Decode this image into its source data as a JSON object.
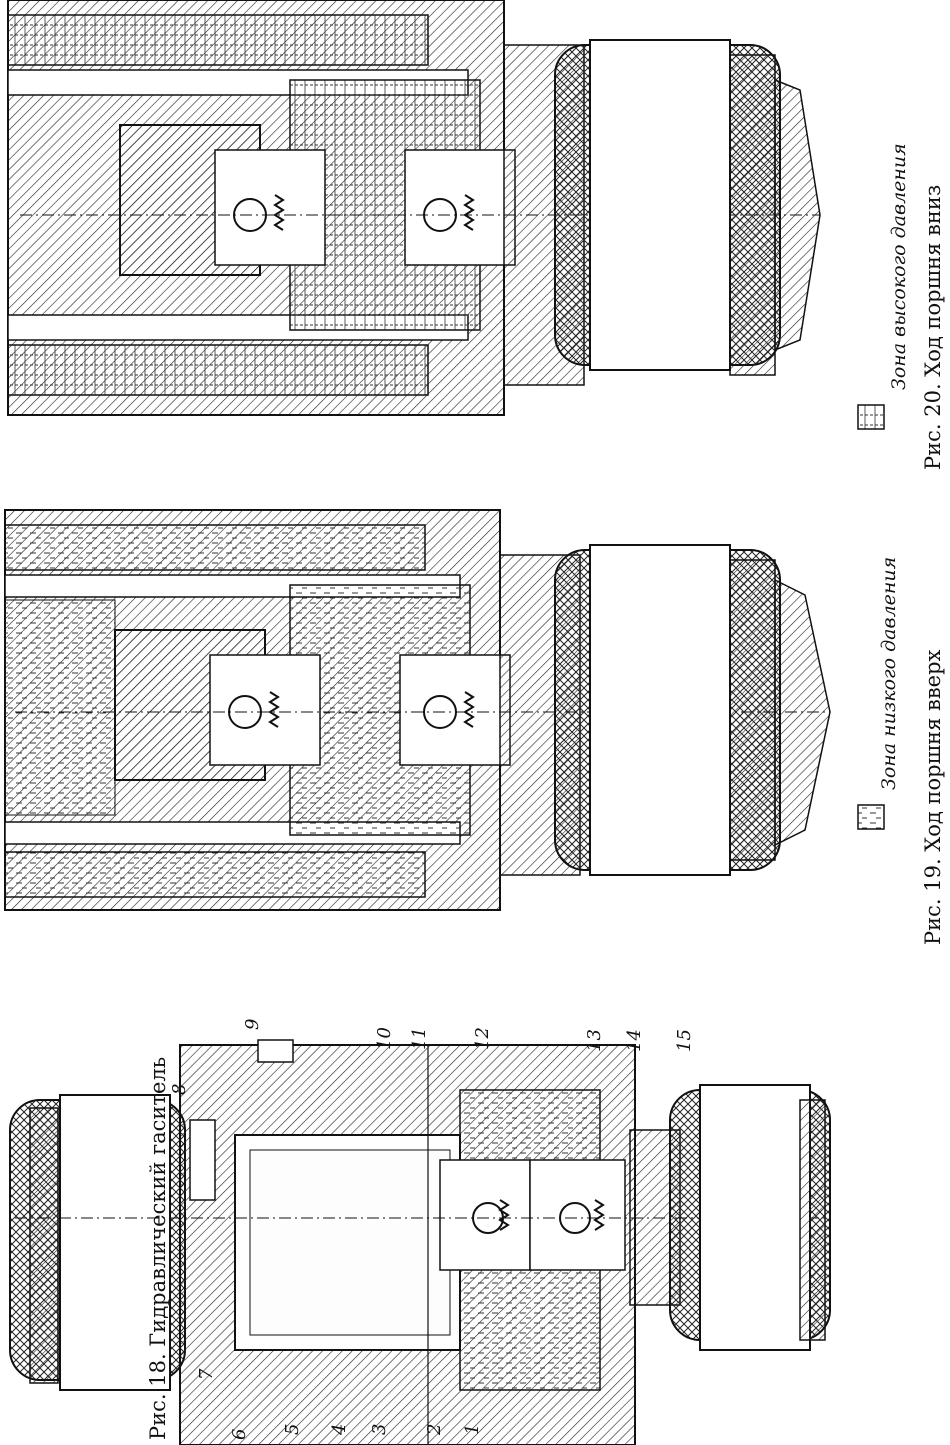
{
  "figures": {
    "fig18": {
      "caption": "Рис. 18. Гидравлический гаситель"
    },
    "fig19": {
      "caption": "Рис. 19. Ход поршня вверх"
    },
    "fig20": {
      "caption": "Рис. 20. Ход поршня вниз"
    }
  },
  "legend": {
    "low_pressure": "Зона низкого давления",
    "high_pressure": "Зона высокого давления"
  },
  "callouts": [
    "1",
    "2",
    "3",
    "4",
    "5",
    "6",
    "7",
    "8",
    "9",
    "10",
    "11",
    "12",
    "13",
    "14",
    "15"
  ],
  "colors": {
    "ink": "#111111",
    "paper": "#ffffff"
  }
}
